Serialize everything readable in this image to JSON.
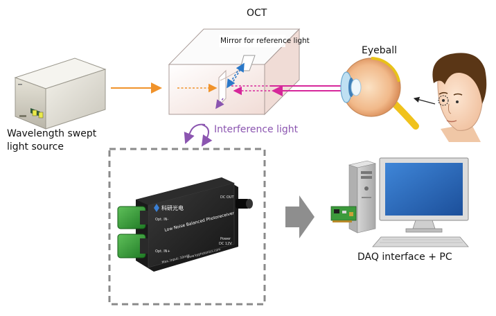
{
  "labels": {
    "oct": "OCT",
    "mirror": "Mirror for reference light",
    "eyeball": "Eyeball",
    "light_source_line1": "Wavelength swept",
    "light_source_line2": "light source",
    "interference": "Interference light",
    "daq": "DAQ interface + PC"
  },
  "device": {
    "logo": "科研光电",
    "title": "Low Noise Balanced Photoreceiver",
    "port_in_top": "Opt. IN-",
    "port_in_bottom": "Opt. IN+",
    "dc_out": "DC OUT",
    "power_line1": "Power",
    "power_line2": "DC 12V",
    "max_input": "Max. Input: 10mW",
    "website": "www.kyphotonics.com"
  },
  "colors": {
    "source_beam": "#f0922a",
    "probe_beam": "#d6279a",
    "reference_beam": "#2a78c8",
    "interference": "#8b55b0",
    "dashed_box": "#8a8a8a",
    "arrow_gray": "#8e8e8e"
  }
}
